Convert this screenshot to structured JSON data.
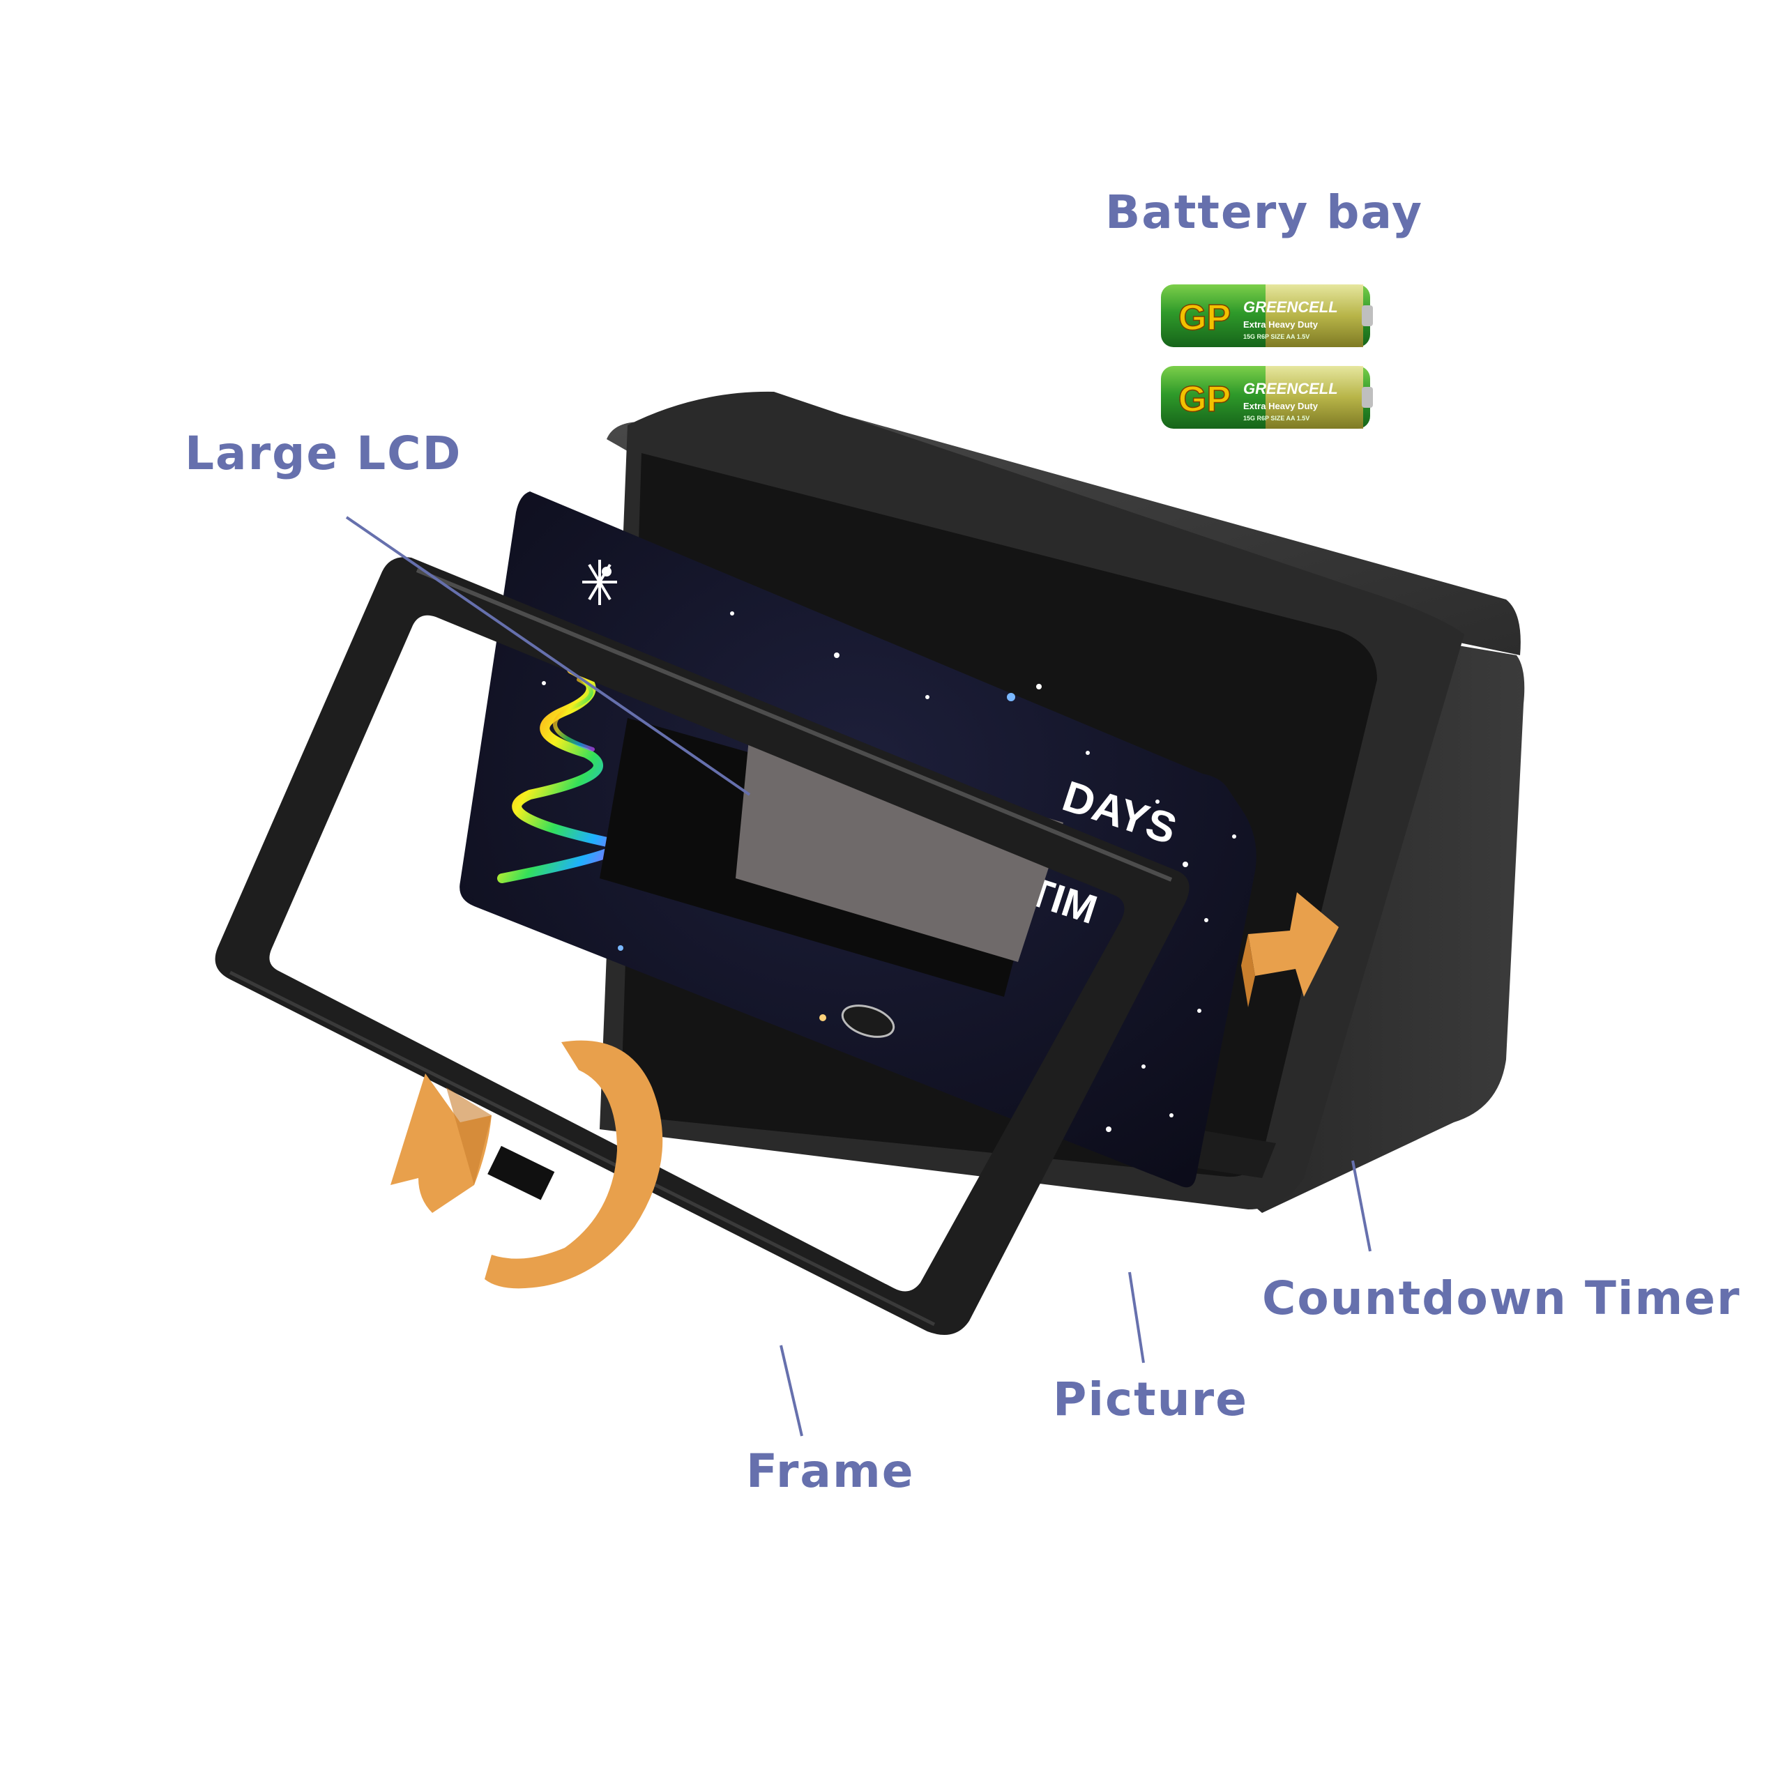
{
  "labels": {
    "battery_bay": "Battery bay",
    "large_lcd": "Large LCD",
    "countdown_timer": "Countdown Timer",
    "picture": "Picture",
    "frame": "Frame"
  },
  "battery": {
    "brand": "GP",
    "line": "GREENCELL",
    "subtitle": "Extra Heavy Duty",
    "spec": "15G  R6P  SIZE AA  1.5V",
    "count": 2
  },
  "picture_card": {
    "partial_text_1": "DAYS",
    "partial_text_2": "TIM"
  },
  "colors": {
    "callout": "#6670ad",
    "arrow": "#e8a04c",
    "housing": "#2b2b2b",
    "battery_green": "#2e9a2e",
    "lcd": "#6f6a6a"
  }
}
